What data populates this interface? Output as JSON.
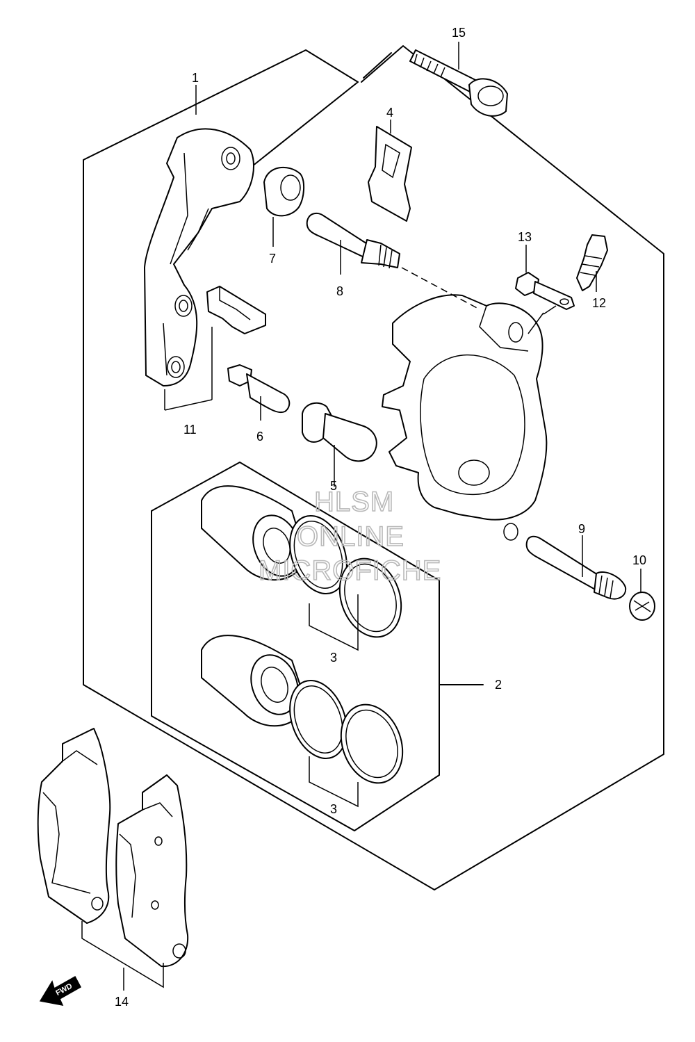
{
  "labels": {
    "p1": "1",
    "p2": "2",
    "p3a": "3",
    "p3b": "3",
    "p4": "4",
    "p5": "5",
    "p6": "6",
    "p7": "7",
    "p8": "8",
    "p9": "9",
    "p10": "10",
    "p11": "11",
    "p12": "12",
    "p13": "13",
    "p14": "14",
    "p15": "15"
  },
  "watermark": {
    "line1": "HLSM",
    "line2": "ONLINE",
    "line3": "MICROFICHE"
  },
  "direction": "FWD"
}
